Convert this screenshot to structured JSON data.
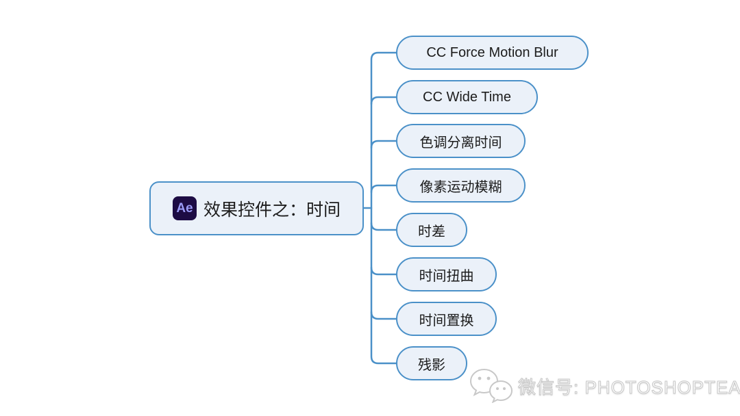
{
  "diagram": {
    "root": {
      "badge": "Ae",
      "label": "效果控件之：时间"
    },
    "children": [
      {
        "label": "CC Force Motion Blur"
      },
      {
        "label": "CC Wide Time"
      },
      {
        "label": "色调分离时间"
      },
      {
        "label": "像素运动模糊"
      },
      {
        "label": "时差"
      },
      {
        "label": "时间扭曲"
      },
      {
        "label": "时间置换"
      },
      {
        "label": "残影"
      }
    ]
  },
  "watermark": {
    "text": "微信号: PHOTOSHOPTEA"
  },
  "colors": {
    "connector": "#4a90c8",
    "node_border": "#4a90c8",
    "node_fill": "#ebf1f9",
    "text": "#1c1c1c",
    "ae_badge_bg": "#1d0c44",
    "ae_badge_text": "#9b9bf7",
    "watermark_stroke": "#c6c6c6"
  }
}
